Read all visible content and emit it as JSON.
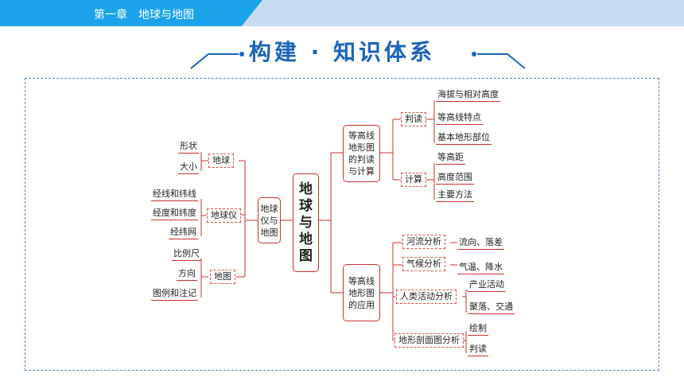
{
  "header": {
    "chapter": "第一章　地球与地图"
  },
  "title": "构建 · 知识体系",
  "map": {
    "center": "地球与地图",
    "left_hub": "地球仪与地图",
    "left_groups": [
      {
        "label": "地球",
        "items": [
          "形状",
          "大小"
        ]
      },
      {
        "label": "地球仪",
        "items": [
          "经线和纬线",
          "经度和纬度",
          "经纬网"
        ]
      },
      {
        "label": "地图",
        "items": [
          "比例尺",
          "方向",
          "图例和注记"
        ]
      }
    ],
    "right_top": {
      "label": "等高线地形图的判读与计算",
      "groups": [
        {
          "label": "判读",
          "items": [
            "海拔与相对高度",
            "等高线特点",
            "基本地形部位"
          ]
        },
        {
          "label": "计算",
          "items": [
            "等高距",
            "高度范围",
            "主要方法"
          ]
        }
      ]
    },
    "right_bottom": {
      "label": "等高线地形图的应用",
      "groups": [
        {
          "label": "河流分析",
          "items": [
            "流向、落差"
          ]
        },
        {
          "label": "气候分析",
          "items": [
            "气温、降水"
          ]
        },
        {
          "label": "人类活动分析",
          "items": [
            "产业活动",
            "聚落、交通"
          ]
        },
        {
          "label": "地形剖面图分析",
          "items": [
            "绘制",
            "判读"
          ]
        }
      ]
    }
  }
}
